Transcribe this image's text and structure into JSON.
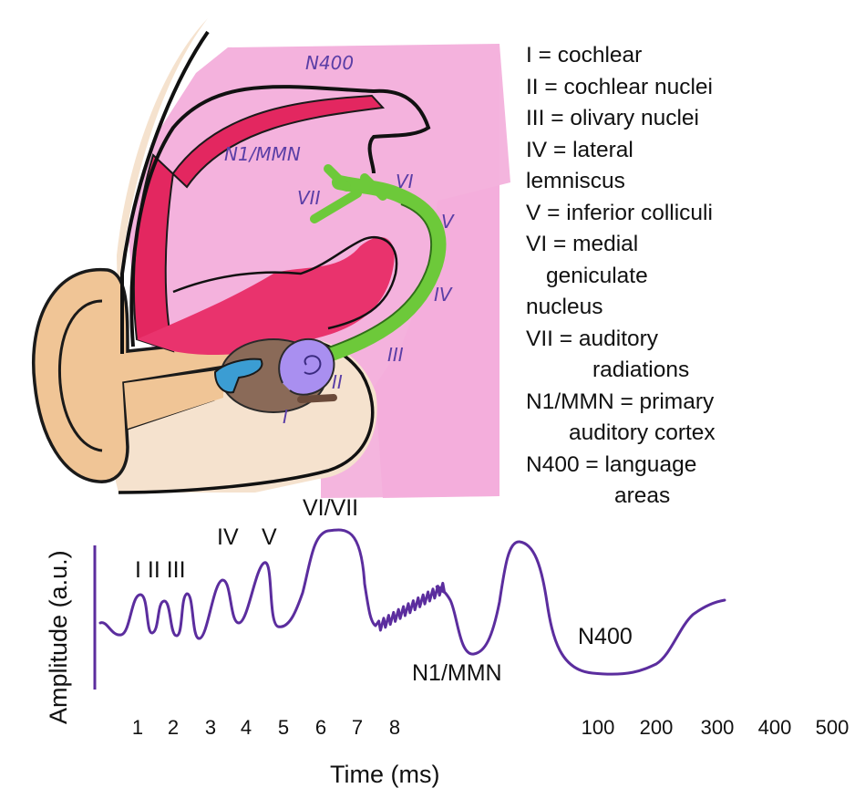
{
  "diagram": {
    "labels": {
      "n400": "N400",
      "n1mmn": "N1/MMN",
      "vii": "VII",
      "vi": "VI",
      "v": "V",
      "iv": "IV",
      "iii": "III",
      "ii": "II",
      "i": "I"
    }
  },
  "legend": {
    "lines": [
      "I = cochlear",
      "II = cochlear nuclei",
      "III = olivary nuclei",
      "IV = lateral",
      "lemniscus",
      "V = inferior colliculi",
      "VI = medial",
      "geniculate",
      "nucleus",
      "VII = auditory",
      "radiations",
      "N1/MMN = primary",
      "auditory cortex",
      "N400 = language",
      "areas"
    ]
  },
  "waveform": {
    "annotations": {
      "i_ii_iii": "I II III",
      "iv": "IV",
      "v": "V",
      "vi_vii": "VI/VII",
      "n1mmn": "N1/MMN",
      "n400": "N400"
    },
    "ylabel": "Amplitude (a.u.)",
    "xlabel": "Time (ms)",
    "ticks_ms": [
      "1",
      "2",
      "3",
      "4",
      "5",
      "6",
      "7",
      "8"
    ],
    "ticks_long": [
      "100",
      "200",
      "300",
      "400",
      "500"
    ],
    "line_color": "#5b2d9e"
  }
}
